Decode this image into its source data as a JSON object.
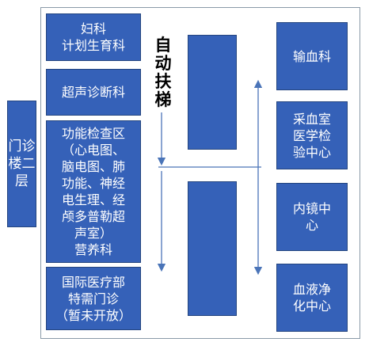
{
  "side_label": "门诊楼二层",
  "escalator_label": "自动扶梯",
  "left_rooms": [
    "妇科\n计划生育科",
    "超声诊断科",
    "功能检查区\n（心电图、\n脑电图、肺\n功能、神经\n电生理、经\n颅多普勒超\n声室）\n营养科",
    "国际医疗部\n特需门诊\n（暂未开放）"
  ],
  "right_rooms": [
    "输血科",
    "采血室\n医学检\n验中心",
    "内镜中\n心",
    "血液净\n化中心"
  ],
  "colors": {
    "room_fill": "#3561b8",
    "room_border": "#24457f",
    "arrow": "#4a74b8"
  }
}
